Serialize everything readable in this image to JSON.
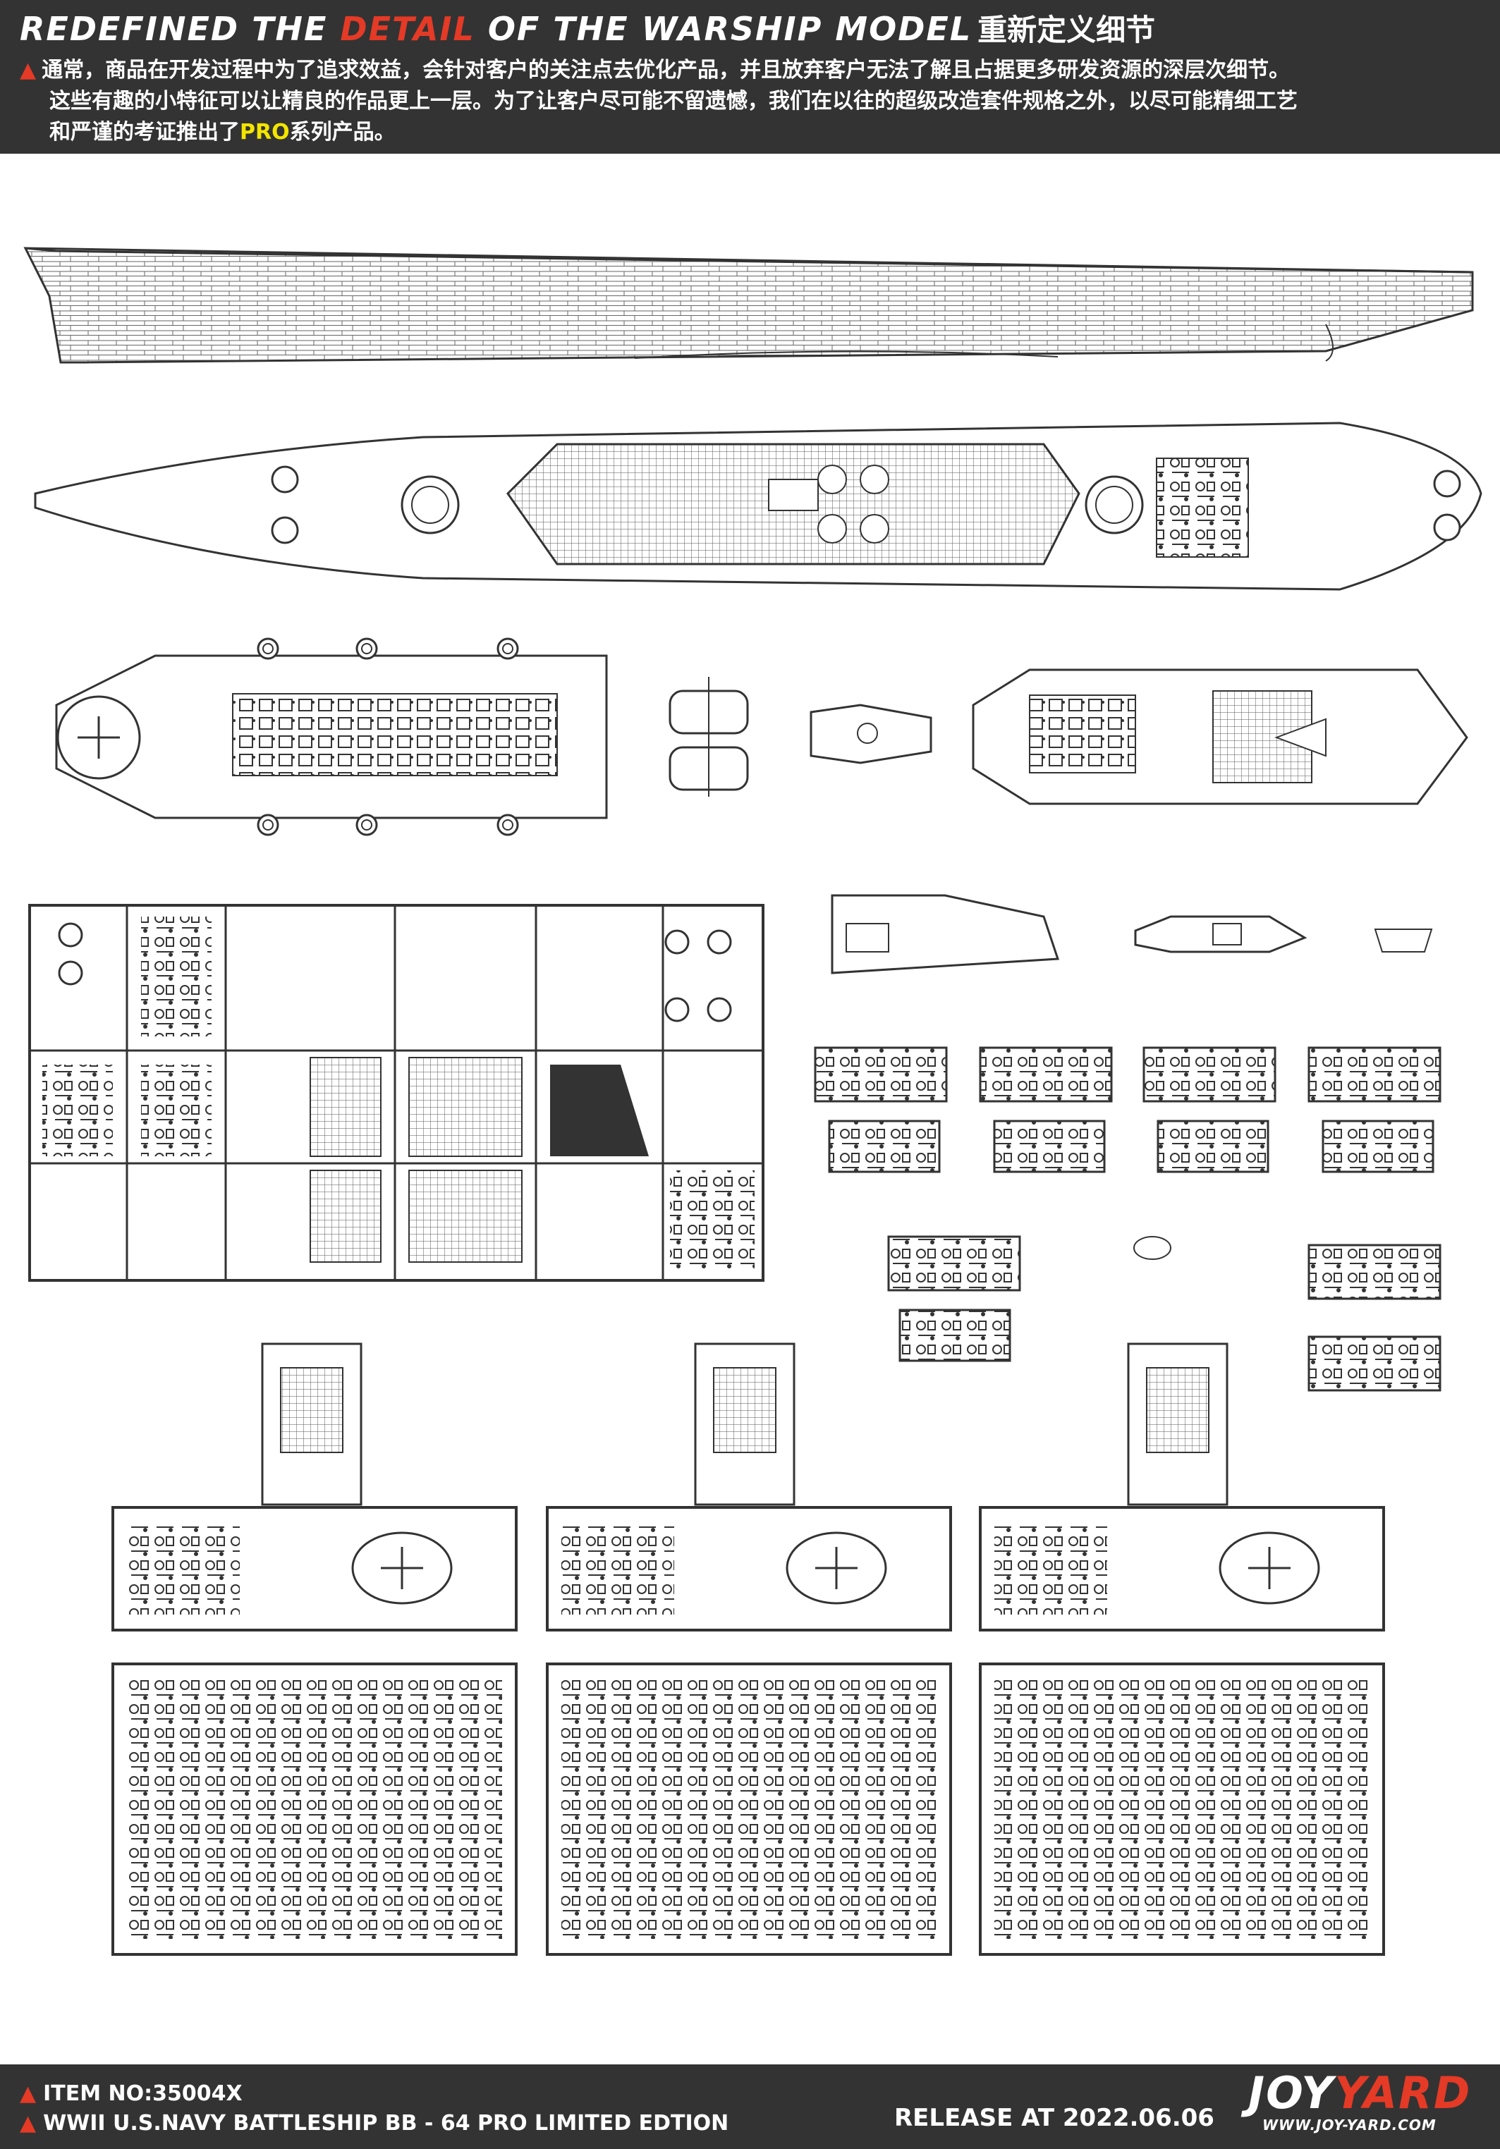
{
  "header": {
    "title_part1": "REDEFINED THE ",
    "title_accent": "DETAIL",
    "title_part2": " OF THE WARSHIP MODEL",
    "title_cn": "重新定义细节",
    "line1": "通常，商品在开发过程中为了追求效益，会针对客户的关注点去优化产品，并且放弃客户无法了解且占据更多研发资源的深层次细节。",
    "line2": "这些有趣的小特征可以让精良的作品更上一层。为了让客户尽可能不留遗憾，我们在以往的超级改造套件规格之外，以尽可能精细工艺",
    "line3_pre": "和严谨的考证推出了",
    "line3_pro": "PRO",
    "line3_post": "系列产品。"
  },
  "footer": {
    "item_no": "ITEM NO:35004X",
    "product": "WWII U.S.NAVY BATTLESHIP BB - 64 PRO LIMITED EDTION",
    "release": "RELEASE AT 2022.06.06",
    "logo_joy": "JOY",
    "logo_yard": "YARD",
    "logo_url": "WWW.JOY-YARD.COM"
  },
  "colors": {
    "band": "#333333",
    "accent_red": "#e43a26",
    "accent_yellow": "#f3e500",
    "line": "#333333"
  },
  "icons": {
    "bullet": "red-triangle-icon"
  }
}
